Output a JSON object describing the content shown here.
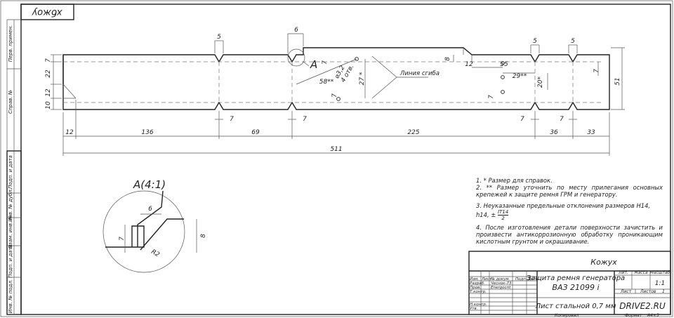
{
  "sheet": {
    "stamp_code": "хбжоу",
    "side_labels": [
      "Перв. примен.",
      "Справ. №",
      "Подп. и дата",
      "Инв. № дубл.",
      "Взам. инв. №",
      "Подп. и дата",
      "Инв. № подл."
    ]
  },
  "dimensions": {
    "notch_w": "5",
    "top_circle_w": "6",
    "notch_w2": "5",
    "notch_w3": "5",
    "left_7": "7",
    "left_22": "22",
    "left_12": "12",
    "left_10": "10",
    "hole_dia": "⌀3,2",
    "hole_count": "4 отв.",
    "d58": "58**",
    "d27": "27 *",
    "d7a": "7",
    "d7b": "7",
    "d8": "8",
    "d12": "12",
    "d55": "55",
    "d29": "29**",
    "d20": "20*",
    "d7c": "7",
    "d7d": "7",
    "d51": "51",
    "bottom_7a": "7",
    "bottom_7b": "7",
    "bottom_7c": "7",
    "bottom_7d": "7",
    "b12": "12",
    "b136": "136",
    "b69": "69",
    "b225": "225",
    "b36": "36",
    "b33": "33",
    "b511": "511",
    "view_a": "A",
    "bend_line": "Линия сгиба"
  },
  "detail": {
    "title": "A(4:1)",
    "d6": "6",
    "d7": "7",
    "d8": "8",
    "r2": "R2"
  },
  "notes": [
    "1. * Размер для справок.",
    "2. ** Размер уточнить по месту прилегания основных крепежей к защите ремня ГРМ и генератору.",
    "3. Неуказанные предельные отклонения размеров H14, h14, ±",
    "4. После изготовления детали поверхности зачистить и произвести антикоррозионную обработку проникающим кислотным грунтом и окрашивание."
  ],
  "tolerance_frac": {
    "num": "IT14",
    "den": "2"
  },
  "title_block": {
    "part_name": "Кожух",
    "doc_name_1": "Защита ремня генератора",
    "doc_name_2": "ВАЗ 21099 i",
    "material": "Лист стальной 0,7 мм",
    "org": "DRIVE2.RU",
    "h_lit": "Лит.",
    "h_mass": "Масса",
    "h_scale": "Масштаб",
    "scale": "1:1",
    "h_sheet": "Лист",
    "h_sheets": "Листов",
    "sheets": "1",
    "r_izm": "Изм.",
    "r_list": "Лист",
    "r_doc": "№ докум.",
    "r_sign": "Подп.",
    "r_date": "Дата",
    "r_razrab": "Разраб.",
    "r_prov": "Пров.",
    "r_tkontr": "Т.контр.",
    "r_nkontr": "Н.контр.",
    "r_utv": "Утв.",
    "razrab_name": "Чеснок-73",
    "prov_name": "Energocrit",
    "copied": "Копировал",
    "format": "Формат",
    "format_val": "А4×3"
  }
}
